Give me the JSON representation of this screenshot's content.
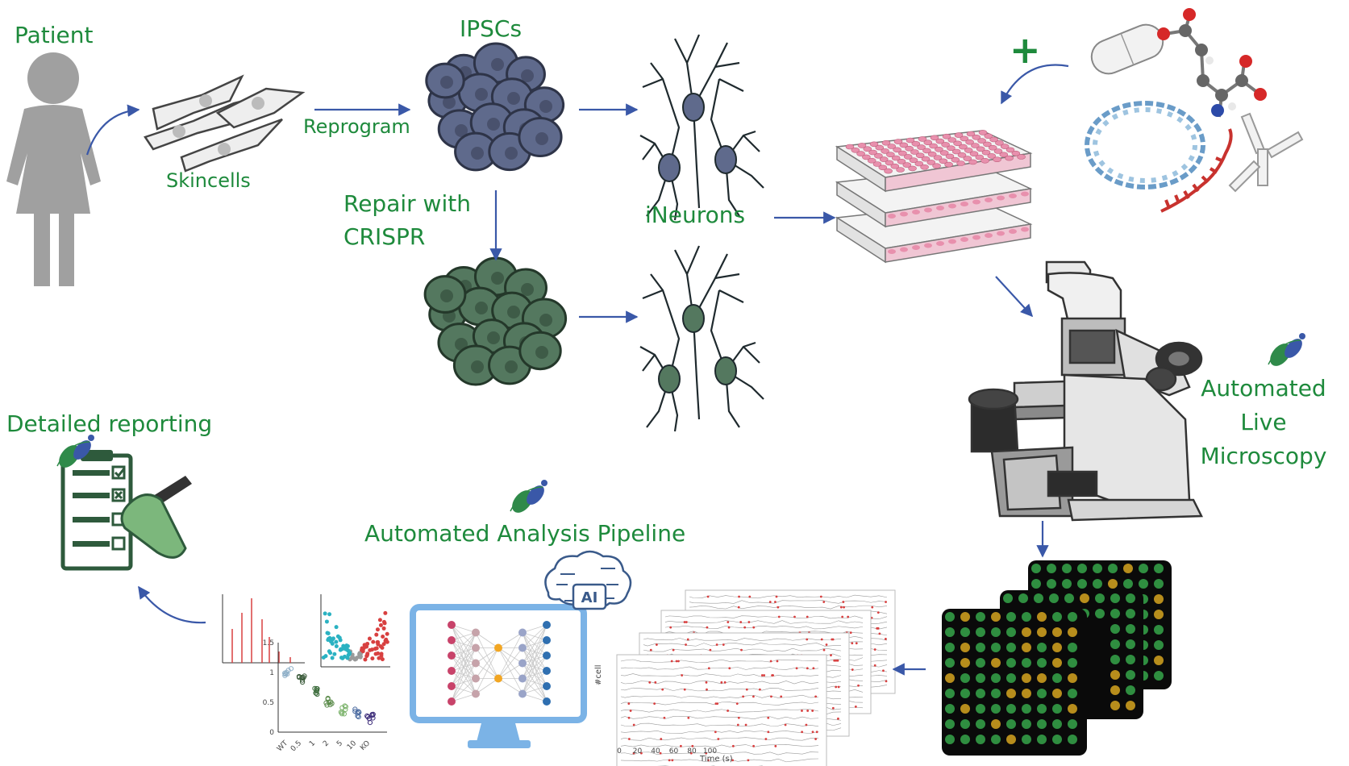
{
  "colors": {
    "label_green": "#1e8a3c",
    "arrow_blue": "#3a58a8",
    "ipsc_purple": "#5f6a8c",
    "ipsc_stroke": "#2e3448",
    "repaired_green": "#54785f",
    "repaired_stroke": "#24382a",
    "patient_gray": "#a0a0a0",
    "well_pink": "#e890ad",
    "plate_light": "#f3f3f3",
    "scatter_red": "#d84040"
  },
  "labels": {
    "patient": "Patient",
    "skincells": "Skincells",
    "reprogram": "Reprogram",
    "ipscs": "IPSCs",
    "repair_line1": "Repair with",
    "repair_line2": "CRISPR",
    "ineurons": "iNeurons",
    "plus": "+",
    "microscopy_line1": "Automated",
    "microscopy_line2": "Live",
    "microscopy_line3": "Microscopy",
    "analysis": "Automated Analysis Pipeline",
    "reporting": "Detailed reporting",
    "ai": "AI"
  },
  "trace_chart": {
    "ylabel": "#cell",
    "xlabel": "Time (s)",
    "xticks": [
      "0",
      "20",
      "40",
      "60",
      "80",
      "100"
    ]
  },
  "dose_chart": {
    "yticks": [
      "0",
      "0.5",
      "1",
      "1.5"
    ],
    "categories": [
      "WT",
      "0.5",
      "1",
      "2",
      "5",
      "10",
      "KO"
    ]
  },
  "icons": [
    "patient-silhouette-icon",
    "skin-cells-icon",
    "neuron-icon",
    "pill-icon",
    "molecule-icon",
    "dna-icon",
    "rna-icon",
    "antibody-icon",
    "well-plate-icon",
    "microscope-icon",
    "cell-logo-icon",
    "checklist-icon",
    "monitor-icon",
    "neural-network-icon",
    "ai-brain-icon"
  ]
}
